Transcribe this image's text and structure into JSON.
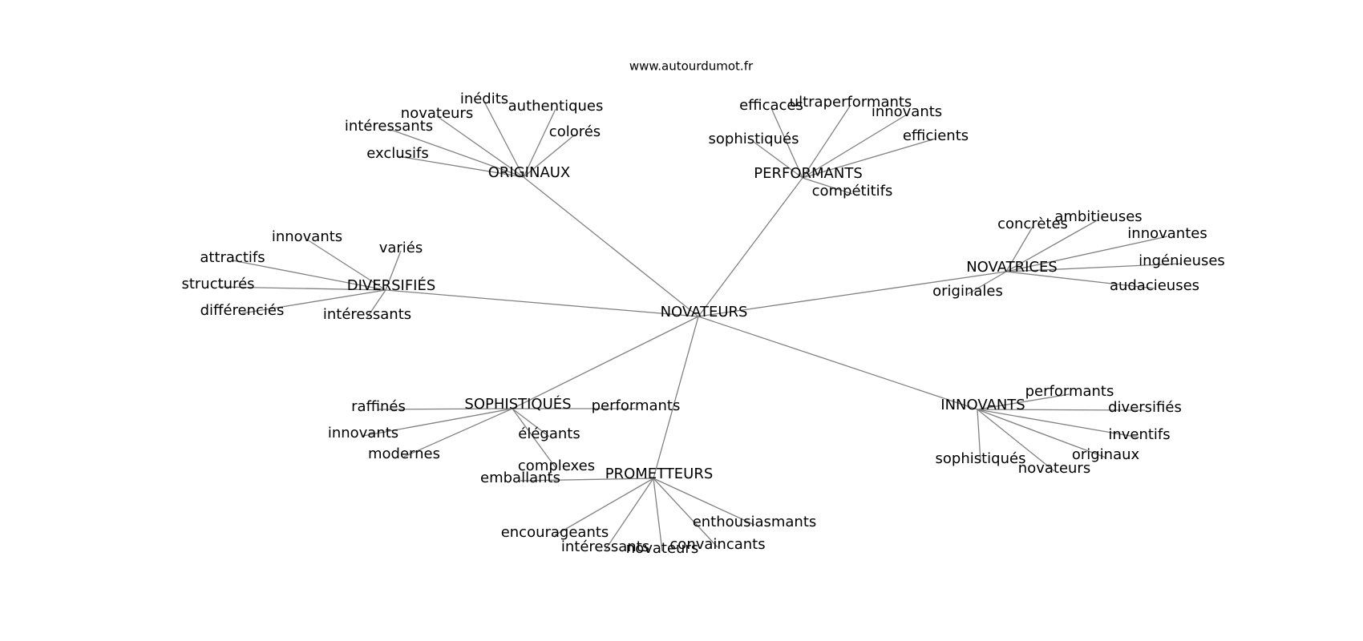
{
  "source_url": "www.autourdumot.fr",
  "colors": {
    "edge": "#808080",
    "text": "#000000",
    "background": "#ffffff"
  },
  "graph": {
    "center": "NOVATEURS",
    "clusters": [
      {
        "label": "ORIGINAUX",
        "words": [
          "inédits",
          "authentiques",
          "novateurs",
          "colorés",
          "intéressants",
          "exclusifs"
        ]
      },
      {
        "label": "PERFORMANTS",
        "words": [
          "efficaces",
          "ultraperformants",
          "innovants",
          "sophistiqués",
          "efficients",
          "compétitifs"
        ]
      },
      {
        "label": "NOVATRICES",
        "words": [
          "concrètes",
          "ambitieuses",
          "innovantes",
          "ingénieuses",
          "originales",
          "audacieuses"
        ]
      },
      {
        "label": "DIVERSIFIÉS",
        "words": [
          "innovants",
          "attractifs",
          "variés",
          "structurés",
          "différenciés",
          "intéressants"
        ]
      },
      {
        "label": "SOPHISTIQUÉS",
        "words": [
          "raffinés",
          "performants",
          "innovants",
          "élégants",
          "modernes",
          "complexes"
        ]
      },
      {
        "label": "INNOVANTS",
        "words": [
          "performants",
          "diversifiés",
          "inventifs",
          "sophistiqués",
          "originaux",
          "novateurs"
        ]
      },
      {
        "label": "PROMETTEURS",
        "words": [
          "emballants",
          "enthousiasmants",
          "encourageants",
          "convaincants",
          "intéressants",
          "novateurs"
        ]
      }
    ]
  }
}
